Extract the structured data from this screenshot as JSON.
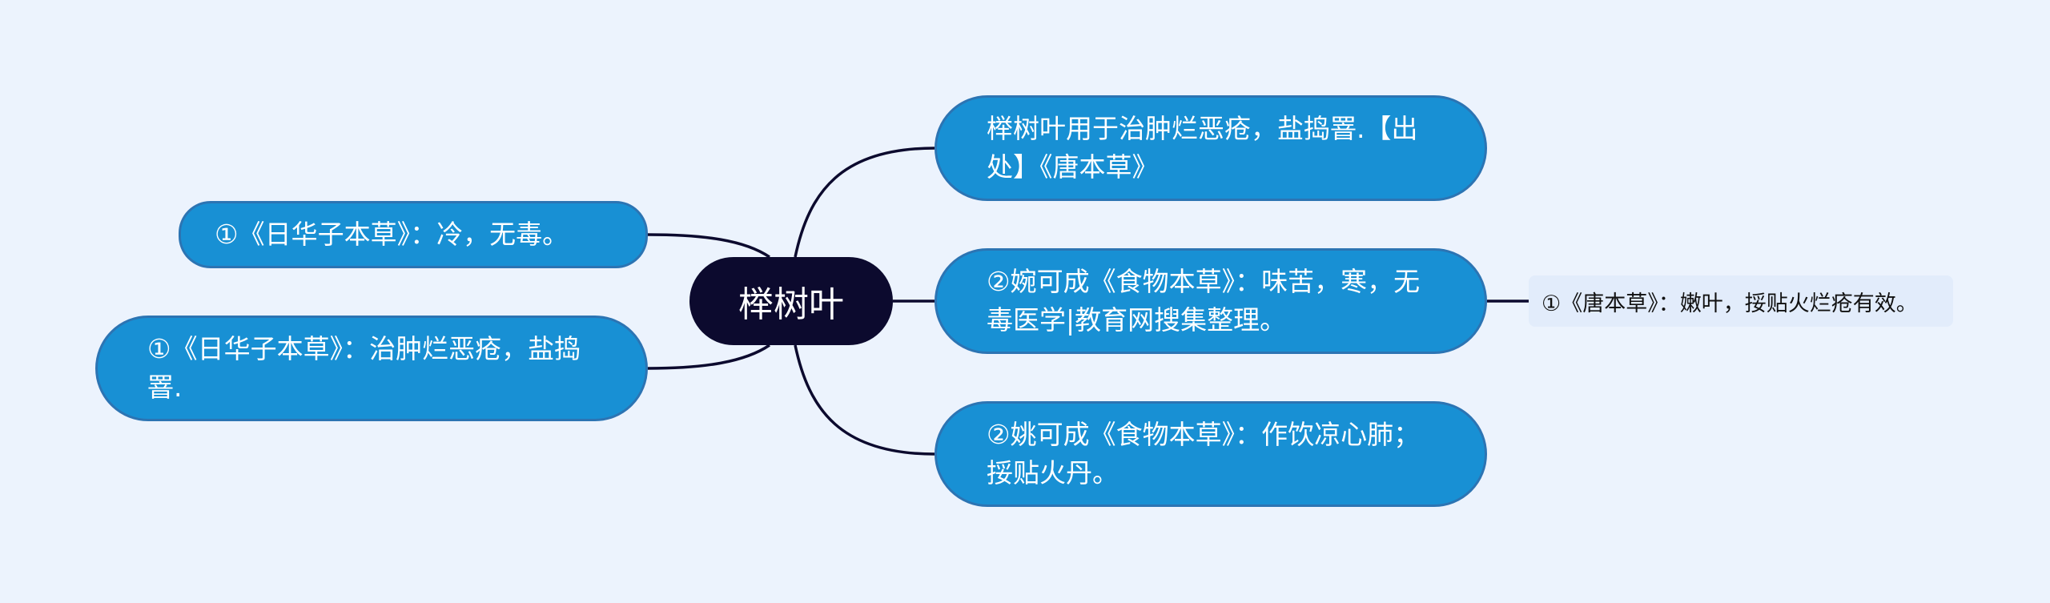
{
  "root": {
    "label": "榉树叶"
  },
  "right_branches": [
    {
      "label": "榉树叶用于治肿烂恶疮，盐捣罯.【出处】《唐本草》"
    },
    {
      "label": "②婉可成《食物本草》：味苦，寒，无毒医学|教育网搜集整理。"
    },
    {
      "label": "②姚可成《食物本草》：作饮凉心肺；挼贴火丹。"
    }
  ],
  "left_branches": [
    {
      "label": "①《日华子本草》：冷，无毒。"
    },
    {
      "label": "①《日华子本草》：治肿烂恶疮，盐捣罯."
    }
  ],
  "leaf": {
    "label": "①《唐本草》：嫩叶，挼贴火烂疮有效。"
  },
  "colors": {
    "background": "#ecf3fd",
    "root_fill": "#0c0a2e",
    "branch_fill": "#1890d4",
    "branch_border": "#2c74b3",
    "leaf_fill": "#e2ecfb",
    "connector": "#0c0a2e"
  }
}
